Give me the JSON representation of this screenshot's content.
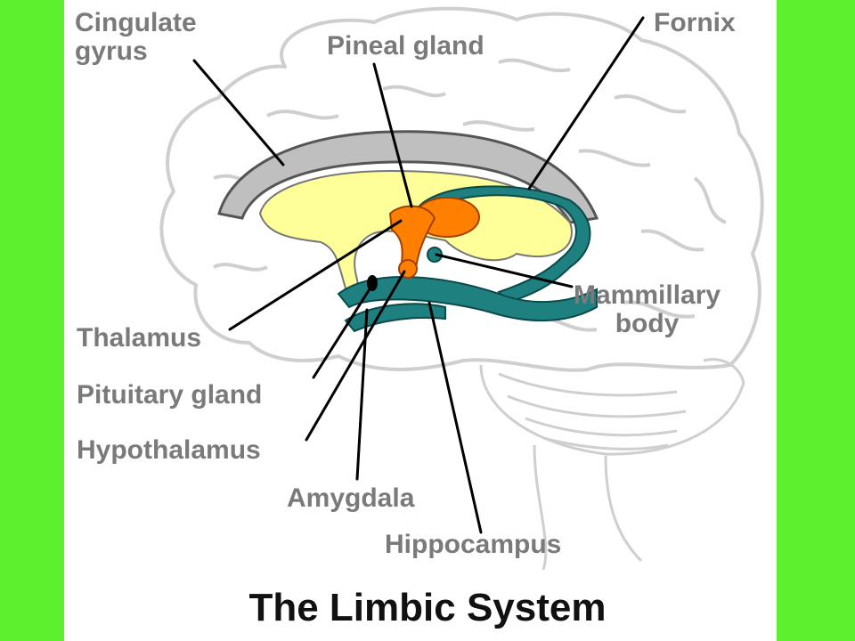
{
  "title": "The Limbic System",
  "labels": {
    "cingulate_gyrus": [
      "Cingulate",
      "gyrus"
    ],
    "pineal_gland": "Pineal gland",
    "fornix": "Fornix",
    "mammillary_body": [
      "Mammillary",
      "body"
    ],
    "thalamus": "Thalamus",
    "pituitary_gland": "Pituitary gland",
    "hypothalamus": "Hypothalamus",
    "amygdala": "Amygdala",
    "hippocampus": "Hippocampus"
  },
  "colors": {
    "page_border": "#5cf02e",
    "background": "#ffffff",
    "brain_outline": "#cfcfcf",
    "cingulate_gyrus": "#bfbfbf",
    "thalamus_region": "#ffff99",
    "pineal_hypothalamus": "#ff8000",
    "fornix_hippocampus": "#1f8080",
    "label_text": "#7a7a7a",
    "title_text": "#111111",
    "leader_lines": "#000000"
  }
}
